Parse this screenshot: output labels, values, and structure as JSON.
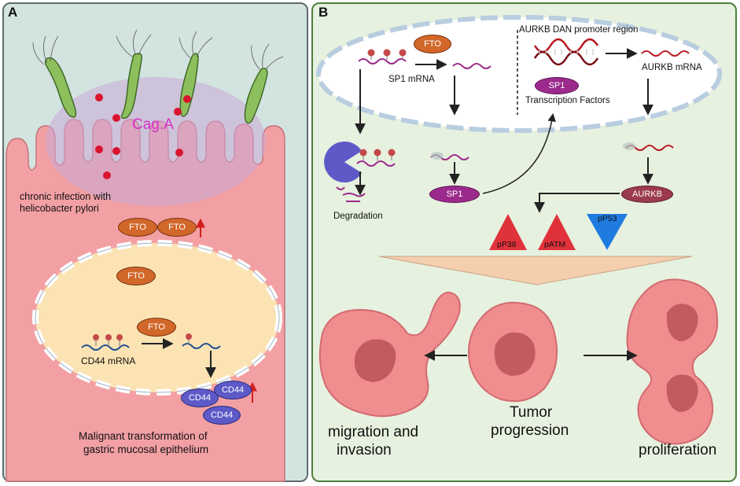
{
  "panel_a": {
    "letter": "A",
    "cag_label": "Cag.A",
    "infection_label_1": "chronic infection with",
    "infection_label_2": "helicobacter pylori",
    "fto_label": "FTO",
    "cd44_mrna_label": "CD44 mRNA",
    "cd44_label": "CD44",
    "malignant_label_1": "Malignant transformation of",
    "malignant_label_2": "gastric mucosal epithelium"
  },
  "panel_b": {
    "letter": "B",
    "fto_label": "FTO",
    "sp1_mrna_label": "SP1 mRNA",
    "promoter_label": "AURKB DAN promoter region",
    "aurkb_mrna_label": "AURKB mRNA",
    "sp1_label": "SP1",
    "tf_label": "Transcription Factors",
    "degradation_label": "Degradation",
    "aurkb_label": "AURKB",
    "pp38_label": "pP38",
    "patm_label": "pATM",
    "pp53_label": "pP53",
    "migration_label_1": "migration and",
    "migration_label_2": "invasion",
    "tumor_label_1": "Tumor",
    "tumor_label_2": "progression",
    "proliferation_label": "proliferation"
  },
  "colors": {
    "fto": "#d2672a",
    "cd44": "#5d5ac8",
    "sp1": "#9c2a8c",
    "aurkb": "#9b3b4d",
    "cag_text": "#d62fc4",
    "up_arrow": "#d21e1e",
    "pp38": "#e0323a",
    "patm": "#e0323a",
    "pp53": "#1f7be0",
    "cell": "#f2a0a4",
    "nucleus": "#fbe3b4"
  },
  "icons": [
    "helicobacter-pylori-icon",
    "cag-a-dot-icon",
    "mrna-icon",
    "dna-helix-icon",
    "pacman-degradation-icon",
    "tumor-cell-icon",
    "up-arrow-icon"
  ]
}
